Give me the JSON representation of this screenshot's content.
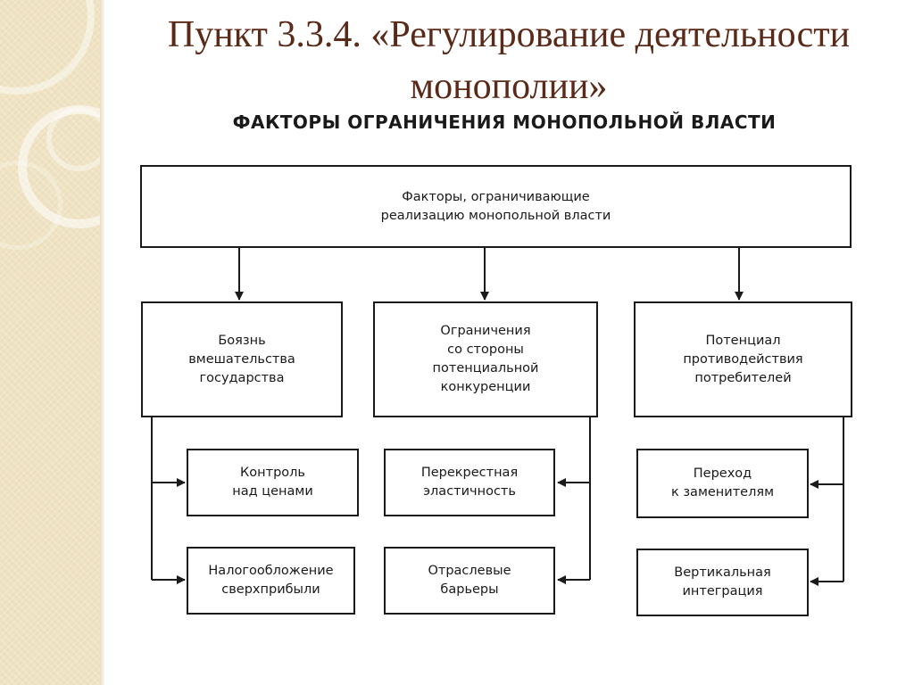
{
  "slide": {
    "title_lines": [
      "Пункт 3.3.4. «Регулирование деятельности",
      "монополии»"
    ]
  },
  "diagram": {
    "heading": "ФАКТОРЫ ОГРАНИЧЕНИЯ МОНОПОЛЬНОЙ ВЛАСТИ",
    "root": {
      "lines": [
        "Факторы, ограничивающие",
        "реализацию монопольной власти"
      ]
    },
    "branches": [
      {
        "lines": [
          "Боязнь",
          "вмешательства",
          "государства"
        ],
        "children": [
          {
            "lines": [
              "Контроль",
              "над ценами"
            ]
          },
          {
            "lines": [
              "Налогообложение",
              "сверхприбыли"
            ]
          }
        ]
      },
      {
        "lines": [
          "Ограничения",
          "со стороны",
          "потенциальной",
          "конкуренции"
        ],
        "children": [
          {
            "lines": [
              "Перекрестная",
              "эластичность"
            ]
          },
          {
            "lines": [
              "Отраслевые",
              "барьеры"
            ]
          }
        ]
      },
      {
        "lines": [
          "Потенциал",
          "противодействия",
          "потребителей"
        ],
        "children": [
          {
            "lines": [
              "Переход",
              "к заменителям"
            ]
          },
          {
            "lines": [
              "Вертикальная",
              "интеграция"
            ]
          }
        ]
      }
    ]
  },
  "colors": {
    "title": "#5a2a18",
    "ink": "#1a1a1a",
    "sidebar": "#efe3c3"
  }
}
